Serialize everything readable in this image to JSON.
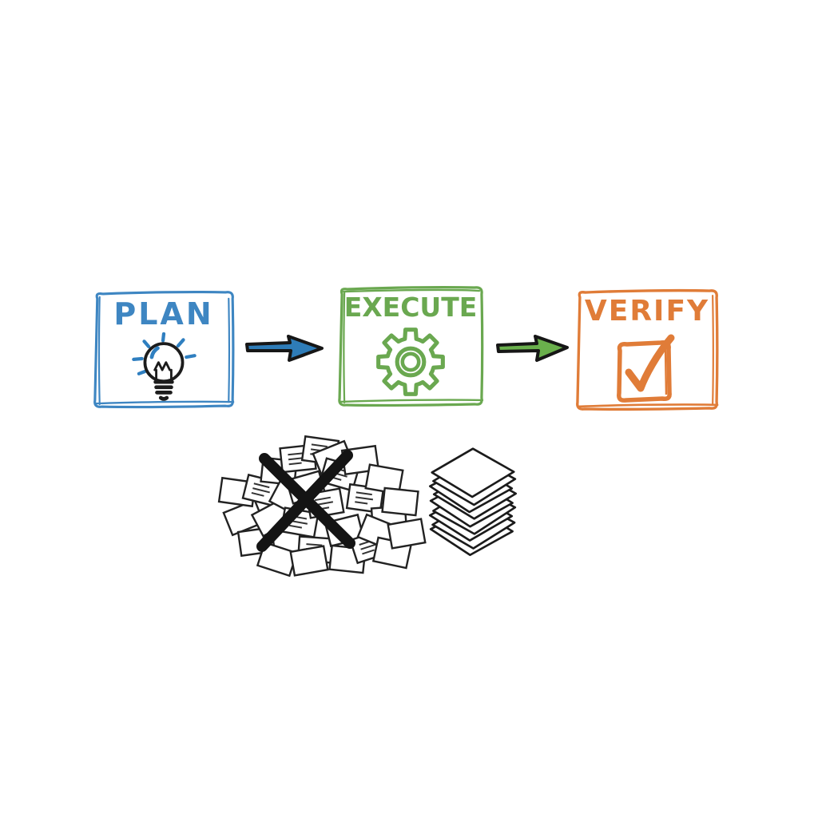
{
  "diagram": {
    "background": "#ffffff",
    "ink_color": "#1b1b1b"
  },
  "steps": [
    {
      "label": "PLAN",
      "color": "#3e86c2",
      "icon": "lightbulb-icon"
    },
    {
      "label": "EXECUTE",
      "color": "#6aa850",
      "icon": "gear-icon"
    },
    {
      "label": "VERIFY",
      "color": "#e07c38",
      "icon": "checked-checkbox-icon"
    }
  ],
  "arrows": [
    {
      "name": "arrow-plan-to-execute",
      "fill": "#2e7cb8",
      "outline": "#161616"
    },
    {
      "name": "arrow-execute-to-verify",
      "fill": "#6ab04c",
      "outline": "#161616"
    }
  ],
  "illustrations": [
    {
      "name": "crossed-out-messy-papers",
      "ink": "#1b1b1b"
    },
    {
      "name": "neat-paper-stack",
      "ink": "#1b1b1b"
    }
  ]
}
